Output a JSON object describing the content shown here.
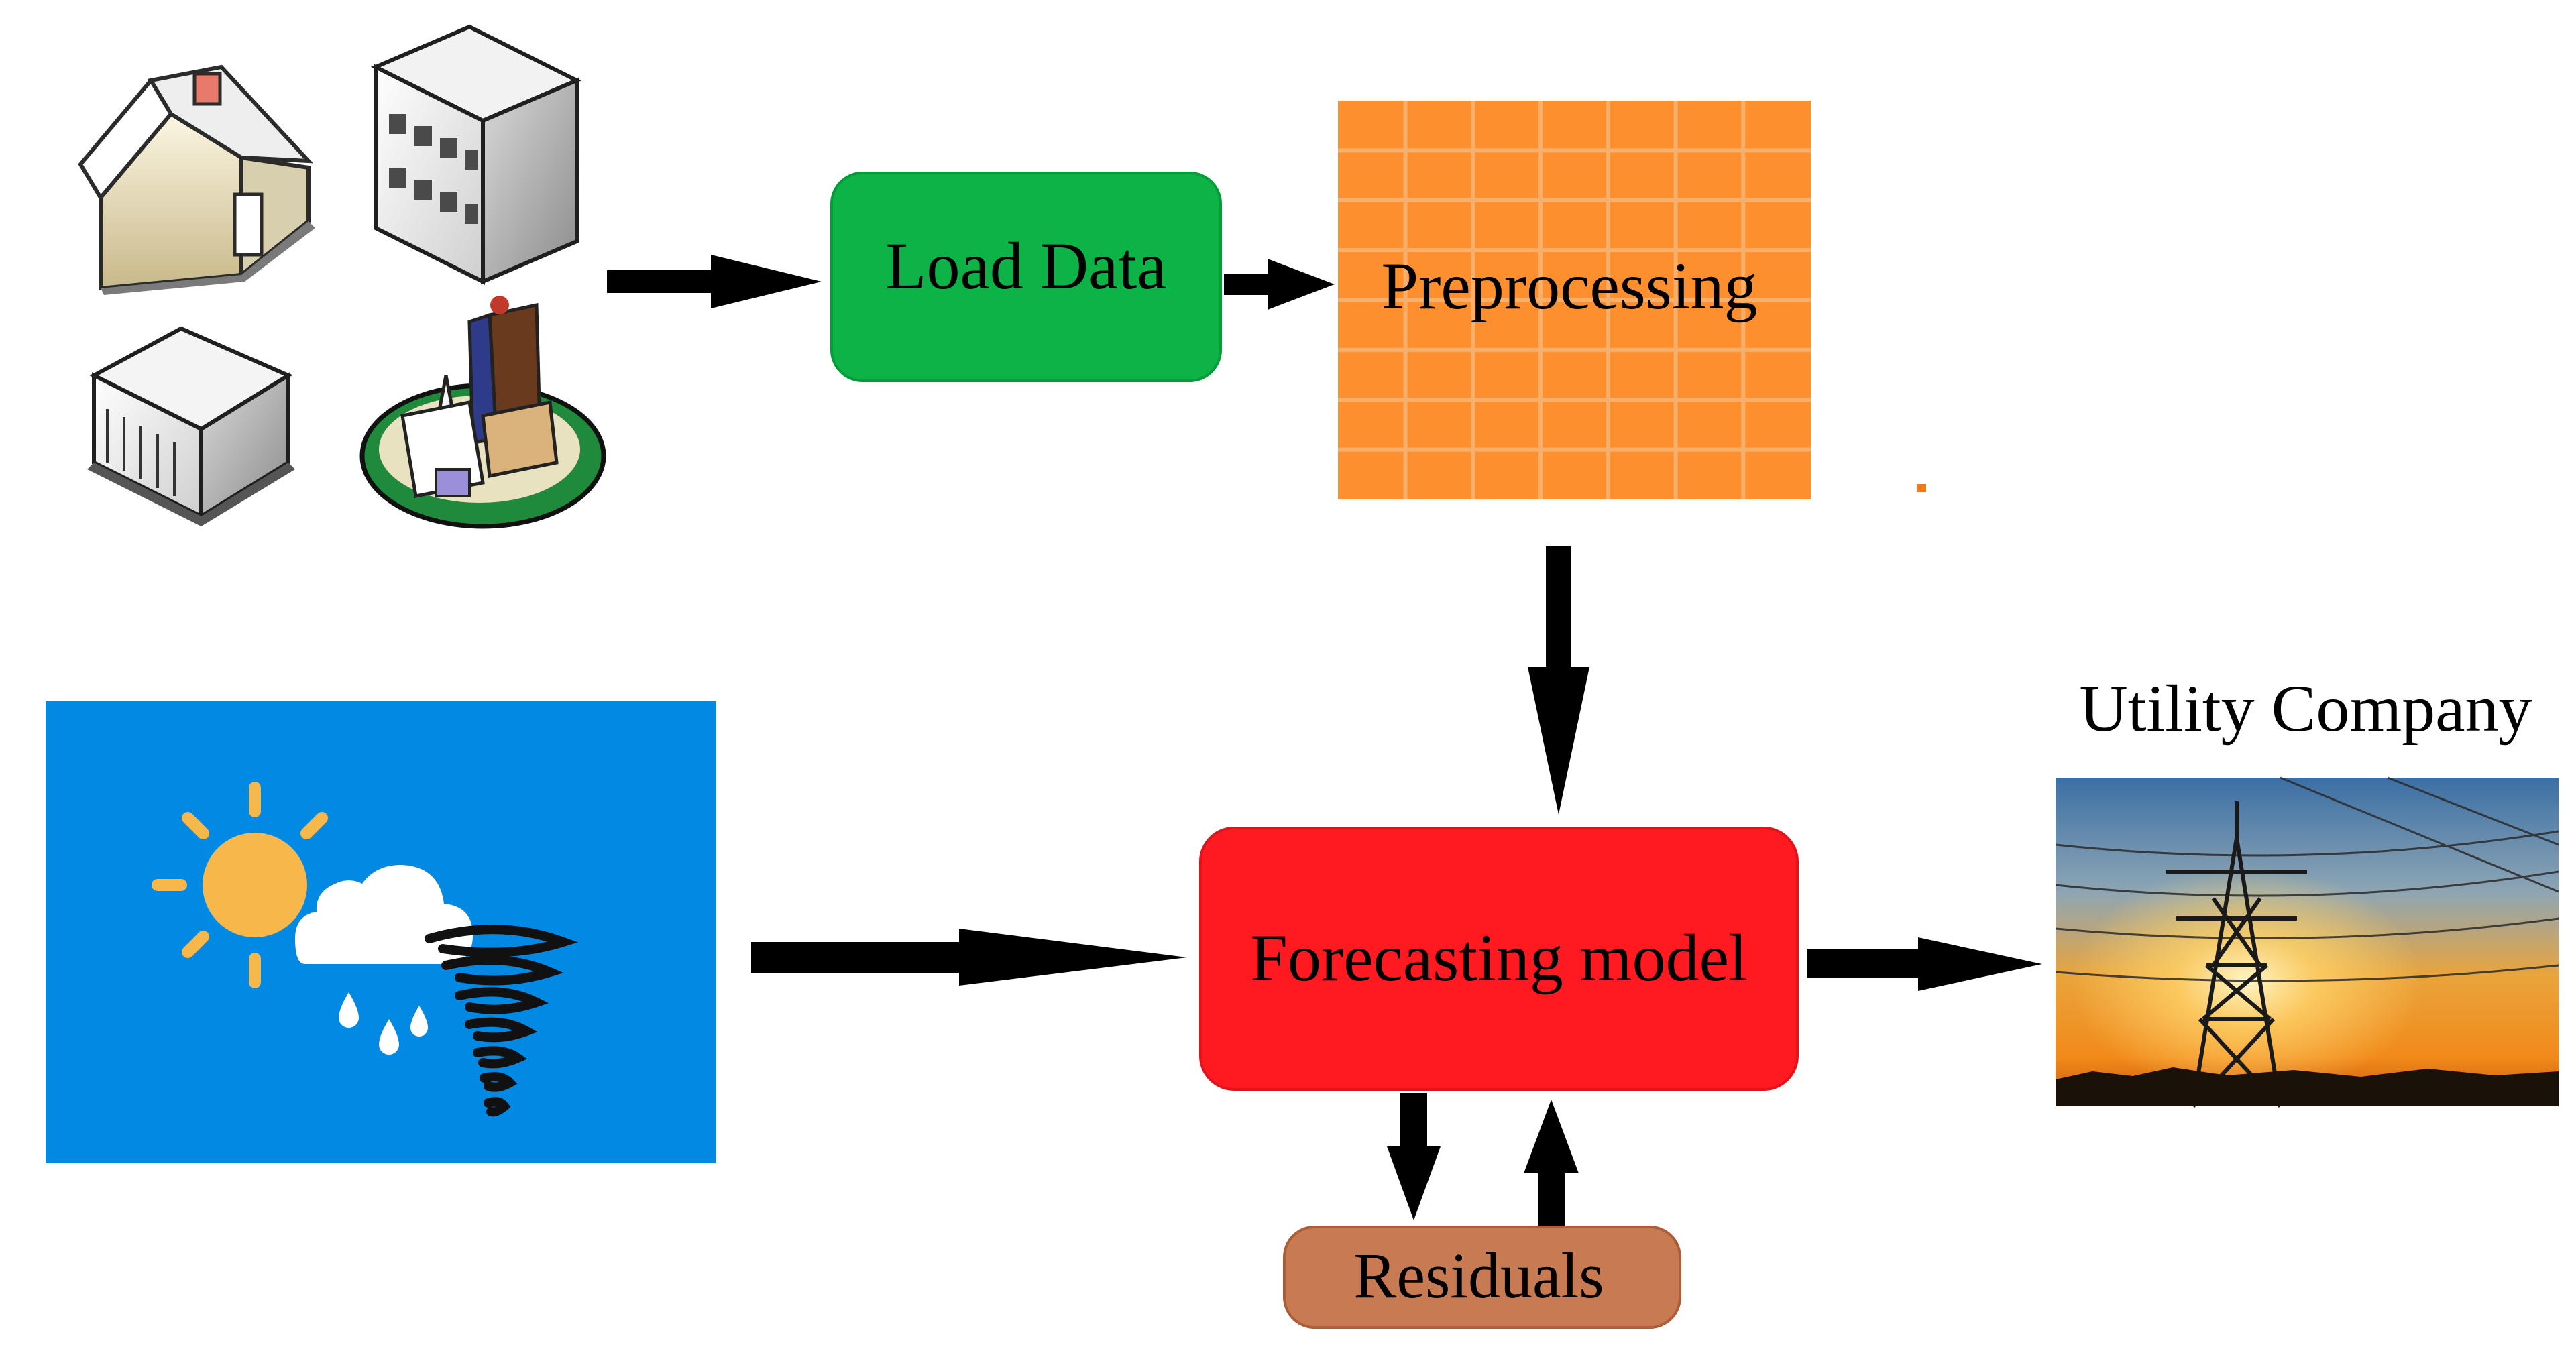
{
  "diagram": {
    "load_data_label": "Load Data",
    "preprocessing_label": "Preprocessing",
    "forecasting_label": "Forecasting model",
    "residuals_label": "Residuals",
    "utility_title": "Utility Company"
  },
  "icons": {
    "buildings": [
      "house-icon",
      "office-building-icon",
      "shop-icon",
      "campus-icon"
    ],
    "weather": [
      "sun-icon",
      "rain-cloud-icon",
      "tornado-icon"
    ],
    "utility": "power-tower-photo"
  },
  "colors": {
    "load_data_fill": "#0db346",
    "preprocessing_fill": "#fd8f2e",
    "preprocessing_grid": "#f5a35c",
    "forecasting_fill": "#ff1a22",
    "residuals_fill": "#c87a52",
    "weather_bg": "#0289e3",
    "arrow": "#000000"
  }
}
